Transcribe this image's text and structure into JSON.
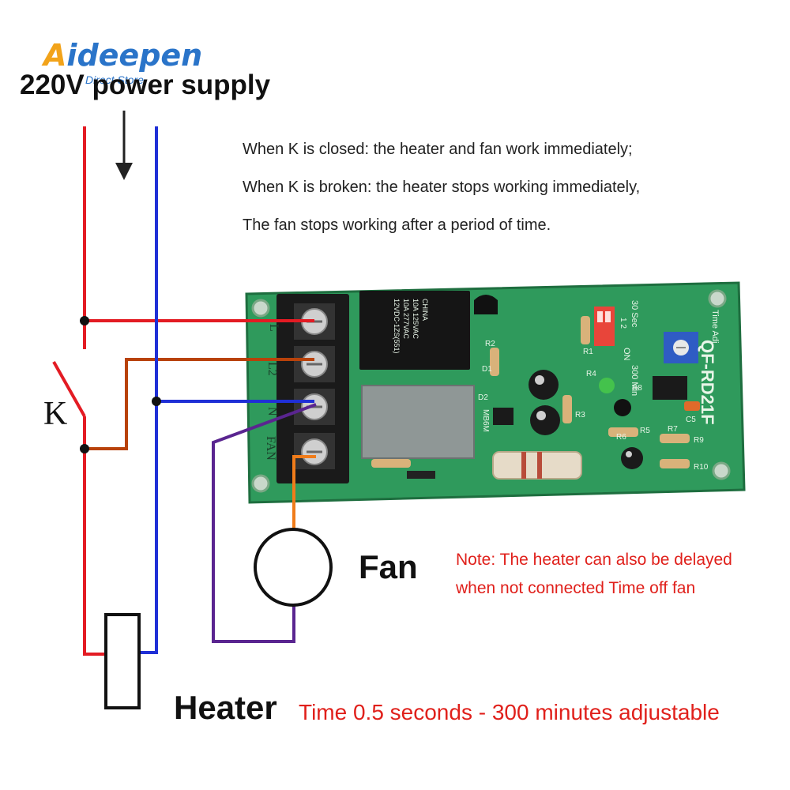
{
  "logo": {
    "brand": "Aideepen",
    "brand_initial": "A",
    "brand_rest": "ideepen",
    "sub": "Direct Store"
  },
  "title": "220V power supply",
  "description": [
    "When K is closed: the heater and fan work immediately;",
    "When K is broken: the heater stops working immediately,",
    "The fan stops working after a period of time."
  ],
  "labels": {
    "switch": "K",
    "fan": "Fan",
    "heater": "Heater",
    "time_range": "Time 0.5 seconds - 300 minutes adjustable"
  },
  "note": [
    "Note: The heater can also be delayed",
    "when not connected Time off fan"
  ],
  "board": {
    "model": "QF-RD21F",
    "terminals": [
      "L",
      "L2",
      "N",
      "FAN"
    ],
    "relay_text": [
      "CHINA",
      "10A 125VAC",
      "10A 277VAC",
      "12VDC-1ZS(551)"
    ],
    "dip_labels": {
      "sec": "30 Sec",
      "on": "ON",
      "min": "300 Min",
      "pins": "1 2",
      "time_adj": "Time Adj."
    },
    "component_labels": {
      "r1": "R1",
      "r2": "R2",
      "r3": "R3",
      "r4": "R4",
      "r5": "R5",
      "r6": "R6",
      "r7": "R7",
      "r8": "R8",
      "r9": "R9",
      "r10": "R10",
      "d1": "D1",
      "d2": "D2",
      "c5": "C5",
      "ic": "MB6M"
    }
  },
  "colors": {
    "live_wire": "#e31b23",
    "neutral_wire": "#1f2fd6",
    "switched_wire": "#b8420a",
    "fan_return_wire": "#5a2590",
    "fan_wire": "#f07c1a",
    "pcb": "#2f9a5c",
    "note_red": "#e0201b"
  }
}
